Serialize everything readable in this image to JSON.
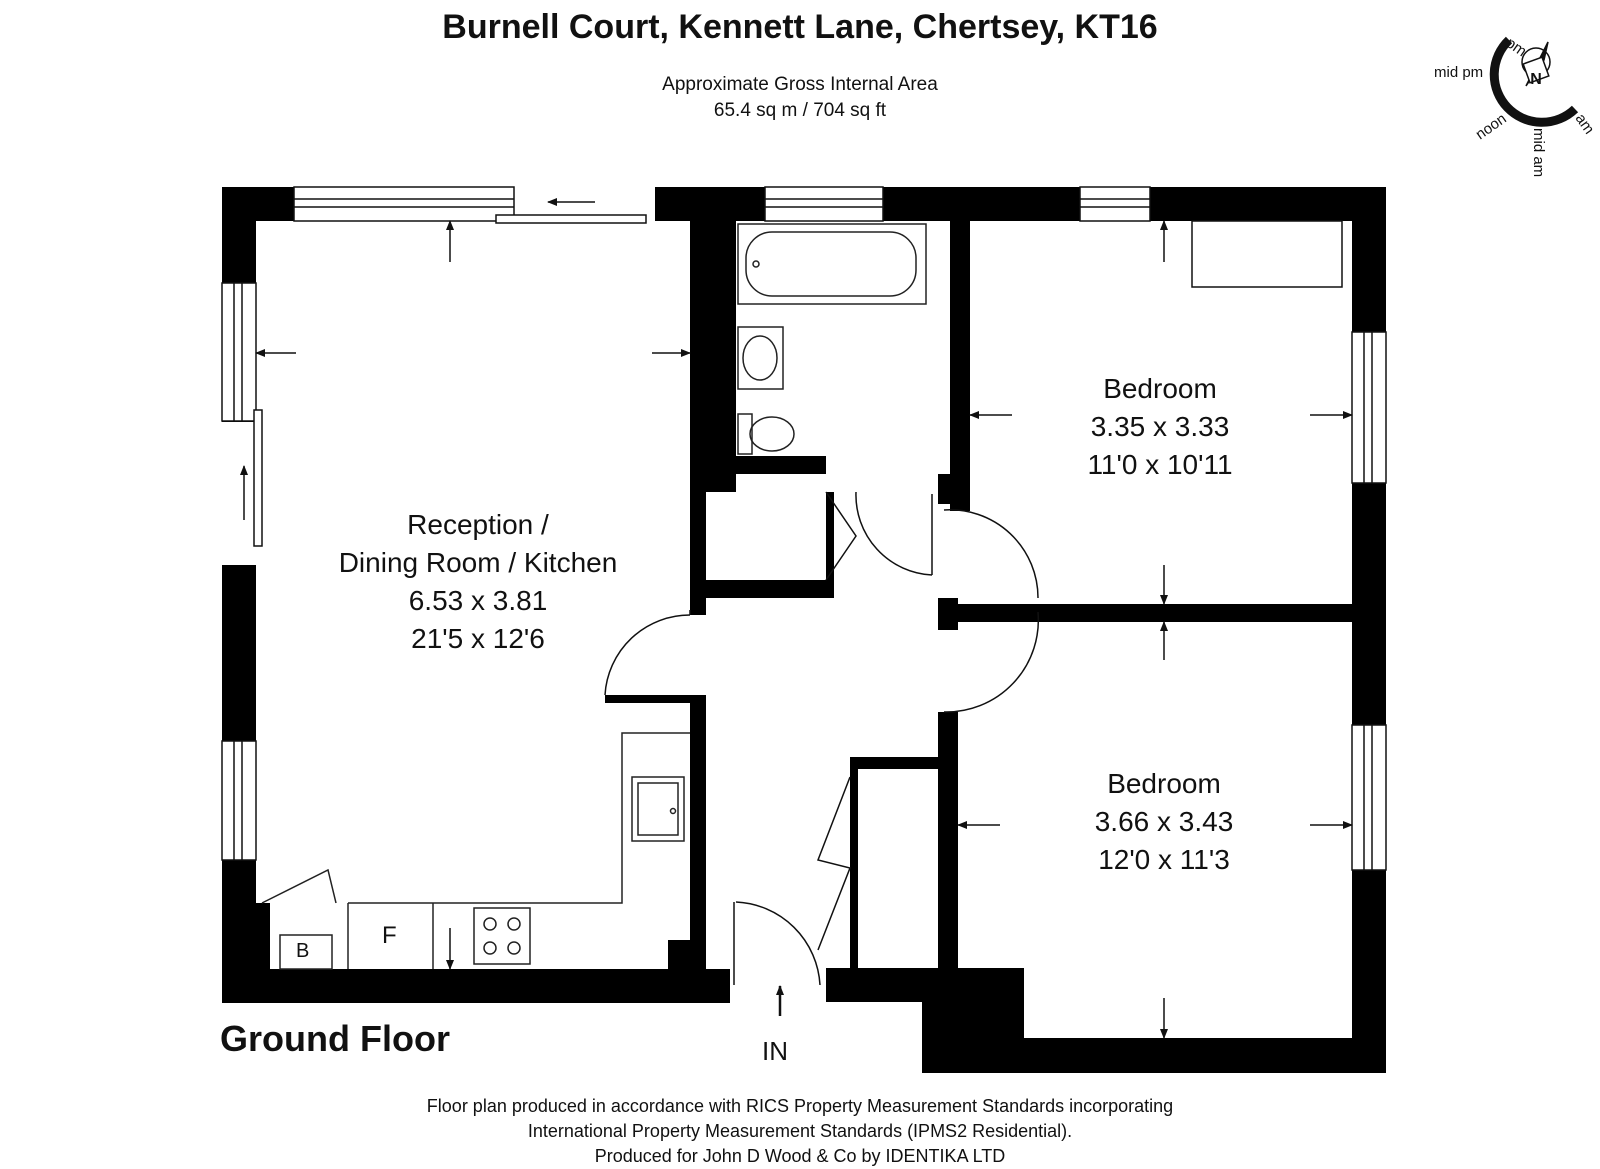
{
  "header": {
    "title": "Burnell Court, Kennett Lane, Chertsey, KT16",
    "area_heading": "Approximate Gross Internal Area",
    "area_value": "65.4 sq m / 704 sq ft"
  },
  "compass": {
    "north": "N",
    "pm": "pm",
    "mid_pm": "mid pm",
    "noon": "noon",
    "am": "am",
    "mid_am": "mid am"
  },
  "rooms": [
    {
      "name": "Reception / Dining Room / Kitchen",
      "line1": "Reception /",
      "line2": "Dining Room / Kitchen",
      "metric": "6.53 x 3.81",
      "imperial": "21'5 x 12'6"
    },
    {
      "name": "Bedroom",
      "line1": "Bedroom",
      "metric": "3.35 x 3.33",
      "imperial": "11'0 x 10'11"
    },
    {
      "name": "Bedroom",
      "line1": "Bedroom",
      "metric": "3.66 x 3.43",
      "imperial": "12'0 x 11'3"
    }
  ],
  "fixtures": {
    "boiler": "B",
    "fridge": "F"
  },
  "floor_label": "Ground Floor",
  "entrance_label": "IN",
  "footer": {
    "line1": "Floor plan produced in accordance with RICS Property Measurement Standards incorporating",
    "line2": "International Property Measurement Standards (IPMS2 Residential).",
    "line3": "Produced for John D Wood & Co by IDENTIKA LTD"
  }
}
